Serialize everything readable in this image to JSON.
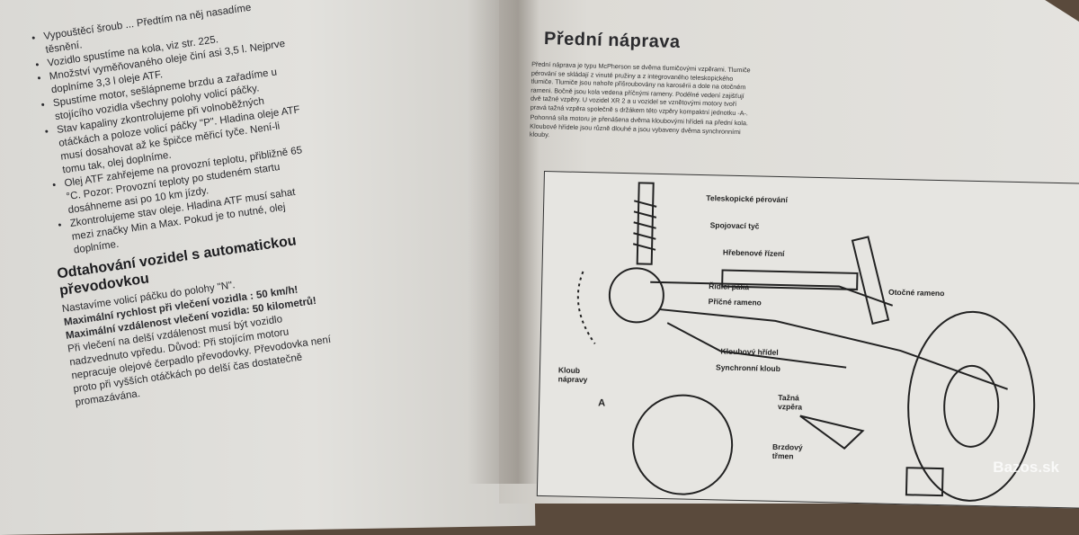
{
  "left_page": {
    "bullets": [
      "Vypouštěcí šroub ... Předtím na něj nasadíme těsnění.",
      "Vozidlo spustíme na kola, viz str. 225.",
      "Množství vyměňovaného oleje činí asi 3,5 l. Nejprve doplníme 3,3 l oleje ATF.",
      "Spustíme motor, sešlápneme brzdu a zařadíme u stojícího vozidla všechny polohy volicí páčky.",
      "Stav kapaliny zkontrolujeme při volnoběžných otáčkách a poloze volicí páčky \"P\". Hladina oleje ATF musí dosahovat až ke špičce měřicí tyče. Není-li tomu tak, olej doplníme.",
      "Olej ATF zahřejeme na provozní teplotu, přibližně 65 °C. Pozor: Provozní teploty po studeném startu dosáhneme asi po 10 km jízdy.",
      "Zkontrolujeme stav oleje. Hladina ATF musí sahat mezi značky Min a Max. Pokud je to nutné, olej doplníme."
    ],
    "heading": "Odtahování vozidel s automatickou převodovkou",
    "para1": "Nastavíme volicí páčku do polohy \"N\".",
    "bold1": "Maximální rychlost při vlečení vozidla : 50 km/h!",
    "bold2": "Maximální vzdálenost vlečení vozidla: 50 kilometrů!",
    "para2": "Při vlečení na delší vzdálenost musí být vozidlo nadzvednuto vpředu. Důvod: Při stojícím motoru nepracuje olejové čerpadlo převodovky. Převodovka není proto při vyšších otáčkách po delší čas dostatečně promazávána."
  },
  "right_page": {
    "title": "Přední náprava",
    "intro1": "Přední náprava je typu McPherson se dvěma tlumičovými vzpěrami. Tlumiče pérování se skládají z vinuté pružiny a z integrovaného teleskopického tlumiče. Tlumiče jsou nahoře přišroubovány na karosérii a dole na otočném rameni. Bočně jsou kola vedena příčnými rameny. Podélné vedení zajišťují dvě tažné vzpěry. U vozidel XR 2 a u vozidel se vznětovými motory tvoří pravá tažná vzpěra společně s držákem této vzpěry kompaktní jednotku -A-.",
    "intro2": "Pohonná síla motoru je přenášena dvěma kloubovými hřídeli na přední kola. Kloubové hřídele jsou různě dlouhé a jsou vybaveny dvěma synchronními klouby.",
    "labels": {
      "telescopic": "Teleskopické pérování",
      "tie_rod": "Spojovací tyč",
      "rack": "Hřebenové řízení",
      "control_arm": "Řídicí páka",
      "cross_arm": "Příčné rameno",
      "knuckle": "Otočné rameno",
      "shaft": "Kloubový hřídel",
      "cv_joint": "Synchronní kloub",
      "ball_joint": "Kloub nápravy",
      "a": "A",
      "strut": "Tažná vzpěra",
      "caliper": "Brzdový třmen"
    }
  },
  "watermark": "Bazos.sk"
}
